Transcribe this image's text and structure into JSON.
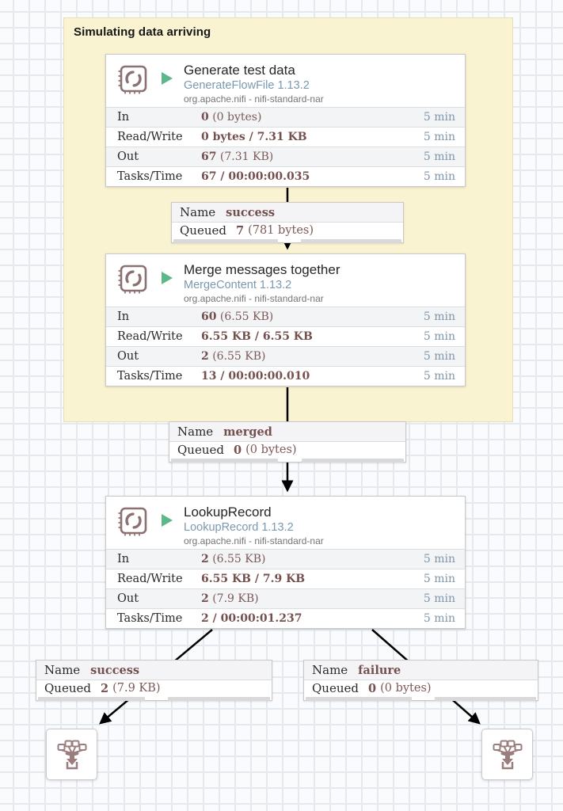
{
  "group": {
    "title": "Simulating data arriving"
  },
  "processors": [
    {
      "name": "Generate test data",
      "type": "GenerateFlowFile 1.13.2",
      "bundle": "org.apache.nifi - nifi-standard-nar",
      "stats": [
        {
          "label": "In",
          "bold": "0",
          "normal": " (0 bytes)",
          "window": "5 min"
        },
        {
          "label": "Read/Write",
          "bold": "0 bytes / 7.31 KB",
          "normal": "",
          "window": "5 min"
        },
        {
          "label": "Out",
          "bold": "67",
          "normal": " (7.31 KB)",
          "window": "5 min"
        },
        {
          "label": "Tasks/Time",
          "bold": "67 / 00:00:00.035",
          "normal": "",
          "window": "5 min"
        }
      ]
    },
    {
      "name": "Merge messages together",
      "type": "MergeContent 1.13.2",
      "bundle": "org.apache.nifi - nifi-standard-nar",
      "stats": [
        {
          "label": "In",
          "bold": "60",
          "normal": " (6.55 KB)",
          "window": "5 min"
        },
        {
          "label": "Read/Write",
          "bold": "6.55 KB / 6.55 KB",
          "normal": "",
          "window": "5 min"
        },
        {
          "label": "Out",
          "bold": "2",
          "normal": " (6.55 KB)",
          "window": "5 min"
        },
        {
          "label": "Tasks/Time",
          "bold": "13 / 00:00:00.010",
          "normal": "",
          "window": "5 min"
        }
      ]
    },
    {
      "name": "LookupRecord",
      "type": "LookupRecord 1.13.2",
      "bundle": "org.apache.nifi - nifi-standard-nar",
      "stats": [
        {
          "label": "In",
          "bold": "2",
          "normal": " (6.55 KB)",
          "window": "5 min"
        },
        {
          "label": "Read/Write",
          "bold": "6.55 KB / 7.9 KB",
          "normal": "",
          "window": "5 min"
        },
        {
          "label": "Out",
          "bold": "2",
          "normal": " (7.9 KB)",
          "window": "5 min"
        },
        {
          "label": "Tasks/Time",
          "bold": "2 / 00:00:01.237",
          "normal": "",
          "window": "5 min"
        }
      ]
    }
  ],
  "connections": [
    {
      "name_label": "Name",
      "queued_label": "Queued",
      "name": "success",
      "count": "7",
      "size": "(781 bytes)"
    },
    {
      "name_label": "Name",
      "queued_label": "Queued",
      "name": "merged",
      "count": "0",
      "size": "(0 bytes)"
    },
    {
      "name_label": "Name",
      "queued_label": "Queued",
      "name": "success",
      "count": "2",
      "size": "(7.9 KB)"
    },
    {
      "name_label": "Name",
      "queued_label": "Queued",
      "name": "failure",
      "count": "0",
      "size": "(0 bytes)"
    }
  ],
  "colors": {
    "group_bg": "#FAF3D1",
    "run_green": "#5CB88A",
    "value_brown": "#74504E",
    "time_blue": "#7F96AB",
    "icon_brown": "#8D7070",
    "type_blue": "#7A99AE"
  }
}
